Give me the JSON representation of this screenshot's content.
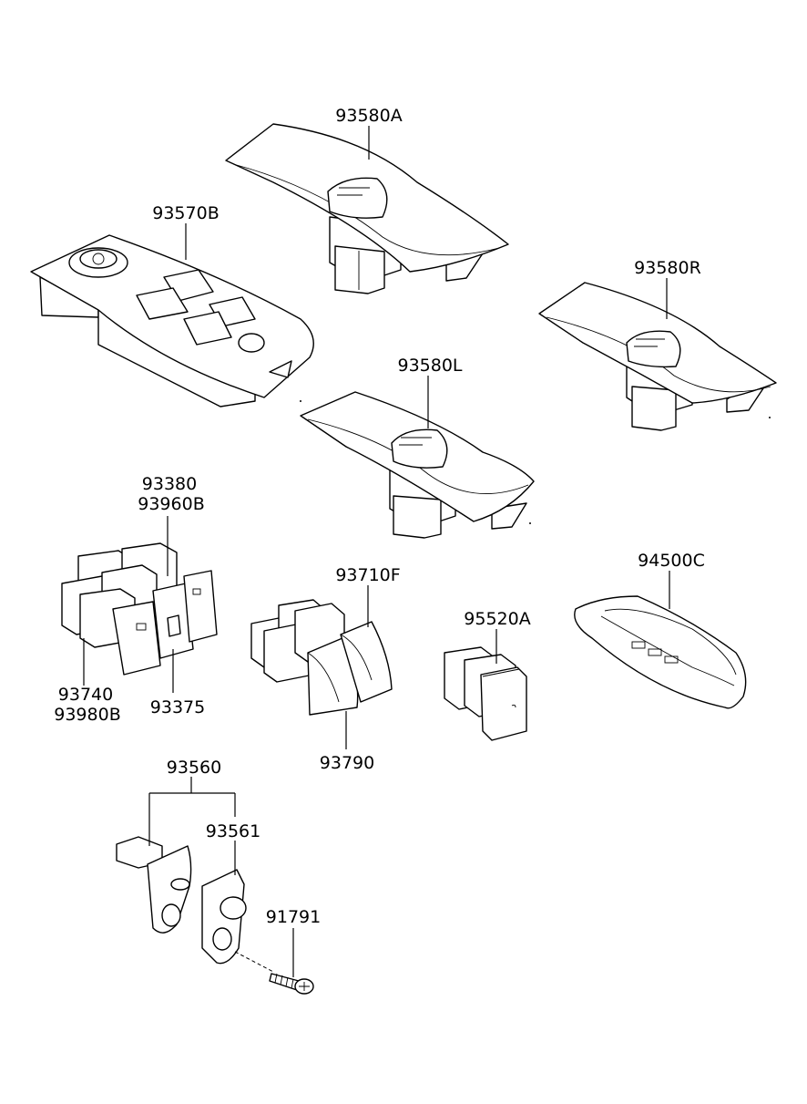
{
  "labels": {
    "p93580A": "93580A",
    "p93570B": "93570B",
    "p93580R": "93580R",
    "p93580L": "93580L",
    "p93380": "93380",
    "p93960B": "93960B",
    "p93710F": "93710F",
    "p95520A": "95520A",
    "p94500C": "94500C",
    "p93740": "93740",
    "p93980B": "93980B",
    "p93375": "93375",
    "p93790": "93790",
    "p93560": "93560",
    "p93561": "93561",
    "p91791": "91791"
  }
}
